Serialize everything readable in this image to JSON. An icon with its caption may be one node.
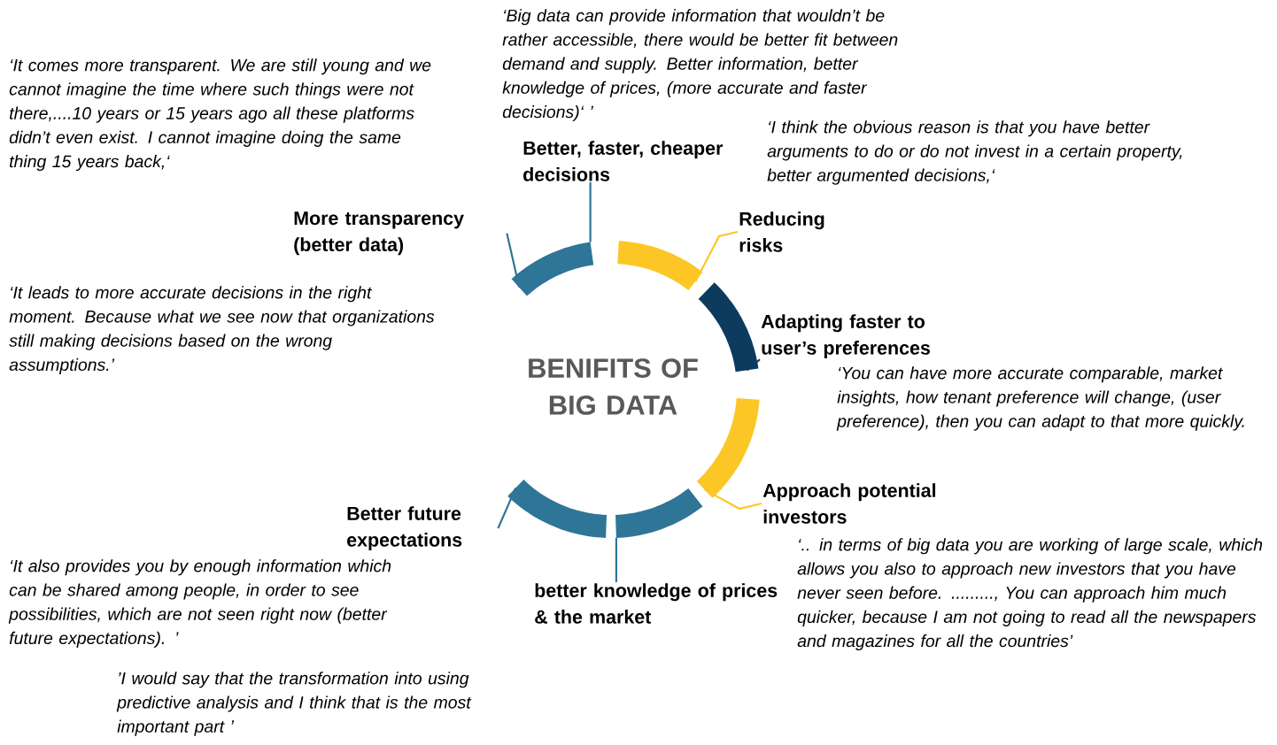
{
  "diagram": {
    "title": "BENIFITS OF BIG DATA",
    "nodes": [
      {
        "text": [],
        "shape": "arc"
      },
      {
        "text": [],
        "shape": "arc"
      },
      {
        "text": [],
        "shape": "arc"
      },
      {
        "text": [],
        "shape": "arc"
      },
      {
        "text": [],
        "shape": "arc"
      },
      {
        "text": [],
        "shape": "arc"
      },
      {
        "text": [
          "More transparency (better data)"
        ],
        "beside": [
          "‘It comes more transparent. We are still young and we cannot imagine the time where such things were not there,....10 years or 15 years ago all these platforms didn’t even exist. I cannot imagine doing the same thing 15 years back,‘"
        ]
      },
      {
        "text": [
          "Better, faster, cheaper decisions"
        ],
        "beside": [
          "‘Big data can provide information that wouldn’t be rather accessible, there would be better fit between demand and supply. Better information, better knowledge of prices, (more accurate and faster decisions)‘ ’"
        ]
      },
      {
        "text": [
          "Reducing risks"
        ],
        "beside": [
          "‘I think the obvious reason is that you have better arguments to do or do not invest in a certain property, better argumented decisions,‘"
        ]
      },
      {
        "text": [
          "Adapting faster to user’s preferences"
        ],
        "beside": [
          "‘You can have more accurate comparable, market insights, how tenant preference will change, (user preference), then you can adapt to that more quickly."
        ]
      },
      {
        "text": [
          "Approach potential investors"
        ],
        "beside": [
          "‘.. in terms of big data you are working of large scale, which allows you also to approach new investors that you have never seen before. ........., You can approach him much quicker, because I am not going to read all the newspapers and magazines for all the countries’"
        ]
      },
      {
        "text": [
          "better knowledge of prices & the market"
        ]
      },
      {
        "text": [
          "Better future expectations"
        ],
        "beside": [
          "‘It also provides you by enough information which can be shared among people, in order to see possibilities, which are not seen right now (better future expectations). ’",
          "’I would say that the transformation into using predictive analysis and I think that is the most important part ’"
        ]
      }
    ],
    "edges": [
      {
        "from": 6,
        "to": 0,
        "arrow": "none"
      },
      {
        "from": 7,
        "to": 0,
        "arrow": "none"
      },
      {
        "from": 8,
        "to": 1,
        "arrow": "none",
        "color": "#fcc726"
      },
      {
        "from": 9,
        "to": 2,
        "arrow": "none",
        "color": "#0c3b5e"
      },
      {
        "from": 10,
        "to": 3,
        "arrow": "none",
        "color": "#fcc726"
      },
      {
        "from": 11,
        "to": 4,
        "arrow": "none"
      },
      {
        "from": 12,
        "to": 5,
        "arrow": "none"
      }
    ],
    "labels": [
      "‘It leads to more accurate decisions in the right moment. Because what we see now that organizations still making decisions based on the wrong assumptions.’"
    ]
  }
}
